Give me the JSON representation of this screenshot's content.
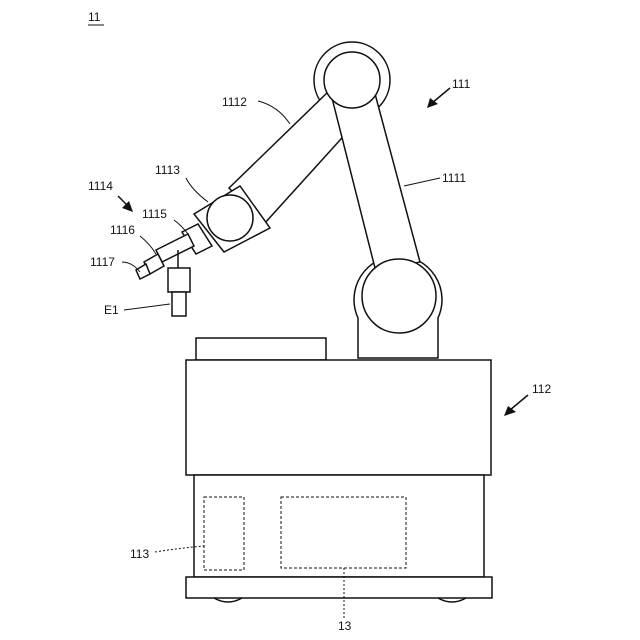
{
  "figure": {
    "figure_id": "11",
    "labels": {
      "arm": "111",
      "base": "112",
      "controller": "113",
      "upper_link": "1111",
      "fore_link": "1112",
      "wrist_joint": "1113",
      "hand": "1114",
      "hand_part_1": "1115",
      "hand_part_2": "1116",
      "hand_part_3": "1117",
      "end_effector": "E1",
      "unit": "13"
    }
  }
}
